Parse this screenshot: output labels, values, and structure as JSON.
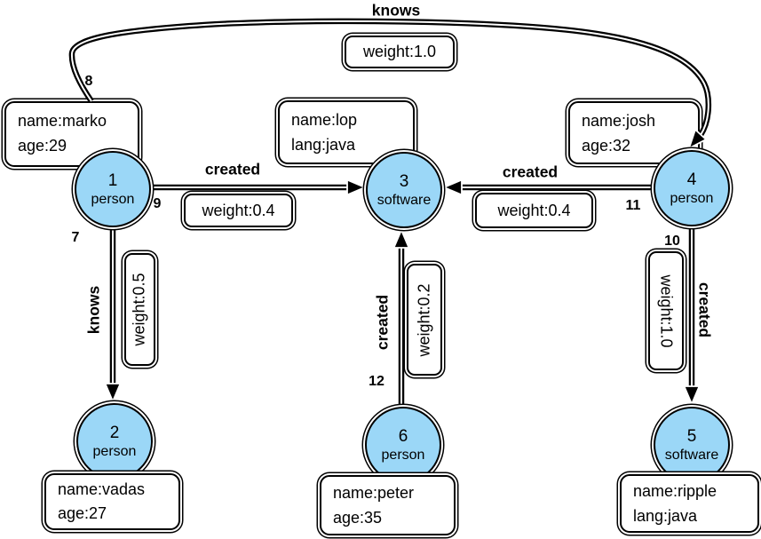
{
  "colors": {
    "node_fill": "#9BD7F7",
    "edge": "#000000",
    "background": "#ffffff",
    "box_fill": "#ffffff"
  },
  "nodes": [
    {
      "id": "1",
      "label": "person",
      "properties": [
        "name:marko",
        "age:29"
      ]
    },
    {
      "id": "2",
      "label": "person",
      "properties": [
        "name:vadas",
        "age:27"
      ]
    },
    {
      "id": "3",
      "label": "software",
      "properties": [
        "name:lop",
        "lang:java"
      ]
    },
    {
      "id": "4",
      "label": "person",
      "properties": [
        "name:josh",
        "age:32"
      ]
    },
    {
      "id": "5",
      "label": "software",
      "properties": [
        "name:ripple",
        "lang:java"
      ]
    },
    {
      "id": "6",
      "label": "person",
      "properties": [
        "name:peter",
        "age:35"
      ]
    }
  ],
  "edges": [
    {
      "id": "7",
      "label": "knows",
      "weight": "weight:0.5",
      "from": "1",
      "to": "2"
    },
    {
      "id": "8",
      "label": "knows",
      "weight": "weight:1.0",
      "from": "1",
      "to": "4"
    },
    {
      "id": "9",
      "label": "created",
      "weight": "weight:0.4",
      "from": "1",
      "to": "3"
    },
    {
      "id": "10",
      "label": "created",
      "weight": "weight:1.0",
      "from": "4",
      "to": "5"
    },
    {
      "id": "11",
      "label": "created",
      "weight": "weight:0.4",
      "from": "4",
      "to": "3"
    },
    {
      "id": "12",
      "label": "created",
      "weight": "weight:0.2",
      "from": "6",
      "to": "3"
    }
  ]
}
